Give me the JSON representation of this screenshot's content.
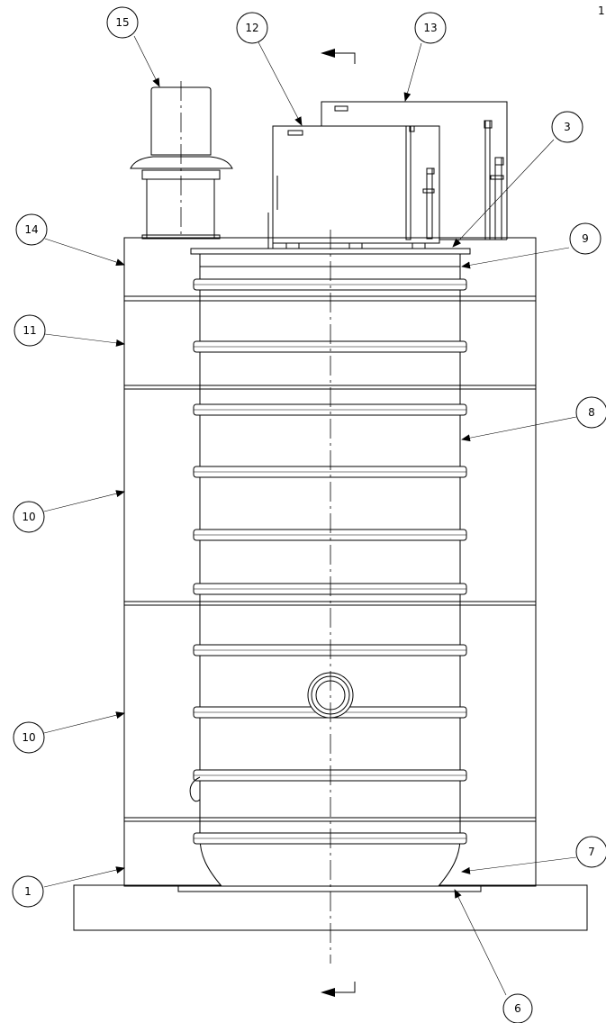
{
  "callouts": {
    "c15": "15",
    "c12": "12",
    "c13": "13",
    "c3": "3",
    "c14": "14",
    "c9": "9",
    "c11": "11",
    "c8": "8",
    "c10a": "10",
    "c10b": "10",
    "c7": "7",
    "c1": "1",
    "c6": "6"
  },
  "corner_mark": "1"
}
